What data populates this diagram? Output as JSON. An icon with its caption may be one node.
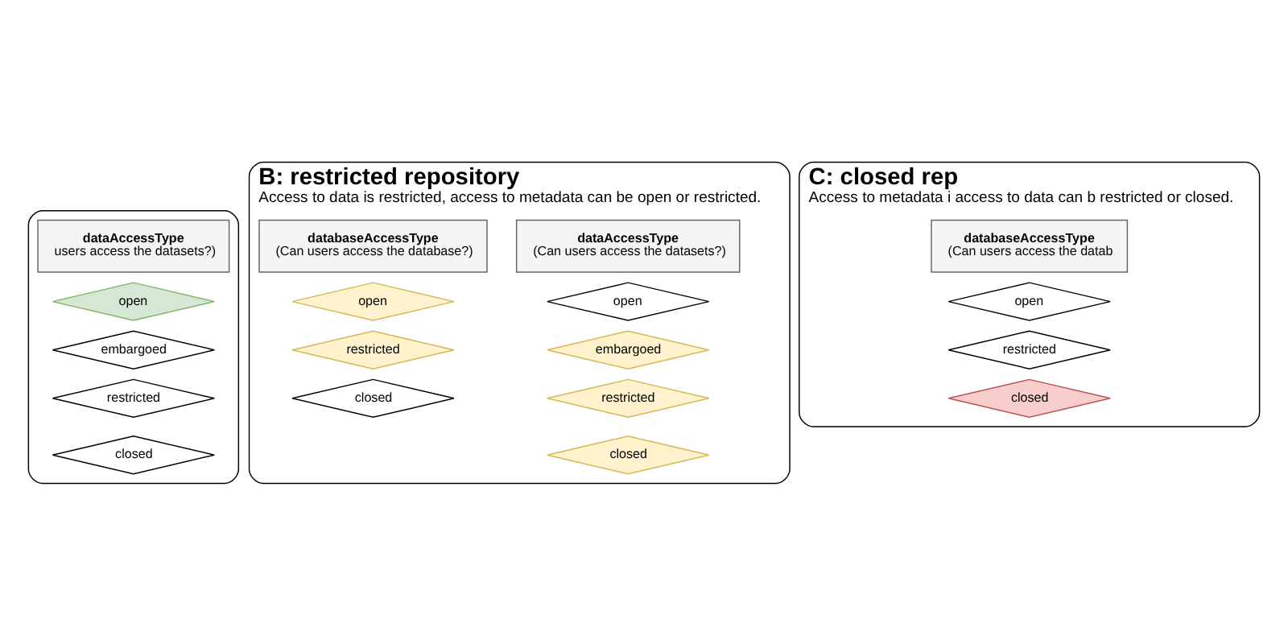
{
  "diagram": {
    "nodes": [
      {
        "text": [],
        "shape": "box"
      },
      {
        "text": [
          "dataAccessType",
          "users access the datasets?)"
        ],
        "in": 0
      },
      {
        "text": [
          "open"
        ],
        "in": 0
      },
      {
        "text": [
          "embargoed"
        ],
        "in": 0
      },
      {
        "text": [
          "restricted"
        ],
        "in": 0
      },
      {
        "text": [
          "closed"
        ],
        "in": 0
      },
      {
        "text": [
          "B: restricted repository",
          "Access to data is restricted, access to metadata can be open or restricted."
        ]
      },
      {
        "text": [
          "databaseAccessType",
          "(Can users access the database?)"
        ],
        "in": 6
      },
      {
        "text": [
          "open"
        ],
        "in": 6
      },
      {
        "text": [
          "restricted"
        ],
        "in": 6
      },
      {
        "text": [
          "closed"
        ],
        "in": 6
      },
      {
        "text": [
          "dataAccessType",
          "(Can users access the datasets?)"
        ],
        "in": 6
      },
      {
        "text": [
          "open"
        ],
        "in": 6
      },
      {
        "text": [
          "embargoed"
        ],
        "in": 6
      },
      {
        "text": [
          "restricted"
        ],
        "in": 6
      },
      {
        "text": [
          "closed"
        ],
        "in": 6
      },
      {
        "text": [
          "C: closed rep",
          "Access to metadata i access to data can b restricted or closed."
        ]
      },
      {
        "text": [
          "databaseAccessType",
          "(Can users access the datab"
        ],
        "in": 16
      },
      {
        "text": [
          "open"
        ],
        "in": 16
      },
      {
        "text": [
          "restricted"
        ],
        "in": 16
      },
      {
        "text": [
          "closed"
        ],
        "in": 16
      }
    ]
  }
}
